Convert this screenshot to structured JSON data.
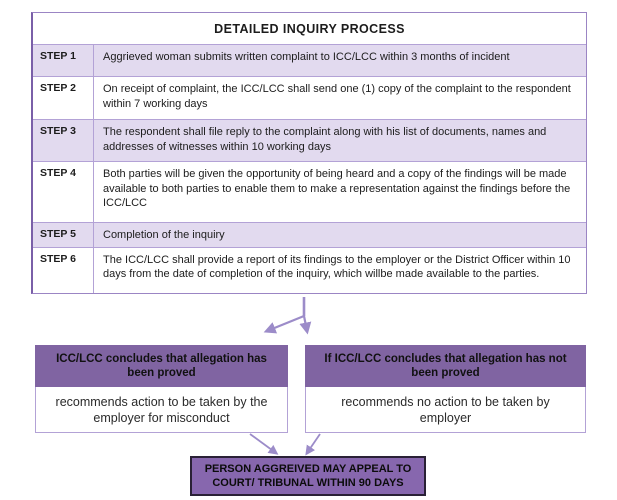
{
  "table": {
    "title": "DETAILED INQUIRY PROCESS",
    "steps": [
      {
        "label": "STEP 1",
        "text": "Aggrieved woman submits written complaint to ICC/LCC within 3 months of incident"
      },
      {
        "label": "STEP 2",
        "text": "On receipt of complaint, the ICC/LCC shall send one (1) copy of the complaint to the respondent within 7 working days"
      },
      {
        "label": "STEP 3",
        "text": "The respondent shall file reply to the complaint along with his list of documents, names and addresses of witnesses within 10 working days"
      },
      {
        "label": "STEP 4",
        "text": "Both parties will be given the opportunity of being heard and a copy of the findings will be made available to both parties to enable them to make a representation against the findings before the ICC/LCC"
      },
      {
        "label": "STEP 5",
        "text": "Completion of the inquiry"
      },
      {
        "label": "STEP 6",
        "text": "The ICC/LCC shall provide a report of its findings to the employer or the District Officer within 10 days from the date of completion of the inquiry, which willbe made available to the parties."
      }
    ]
  },
  "outcomes": {
    "proved": {
      "title": "ICC/LCC concludes that allegation has been proved",
      "body": "recommends action to be taken by the employer for misconduct"
    },
    "not_proved": {
      "title": "If ICC/LCC concludes that allegation has not been proved",
      "body": "recommends no action to be taken by employer"
    }
  },
  "appeal": {
    "label": "PERSON AGGREIVED MAY APPEAL TO COURT/ TRIBUNAL WITHIN 90 DAYS"
  },
  "colors": {
    "header_purple": "#8064a2",
    "appeal_purple": "#8767ae",
    "row_lavender": "#e2daef",
    "border_purple": "#9b85c4",
    "arrow_purple": "#9c8cc9",
    "text_black": "#1c1c1c"
  }
}
